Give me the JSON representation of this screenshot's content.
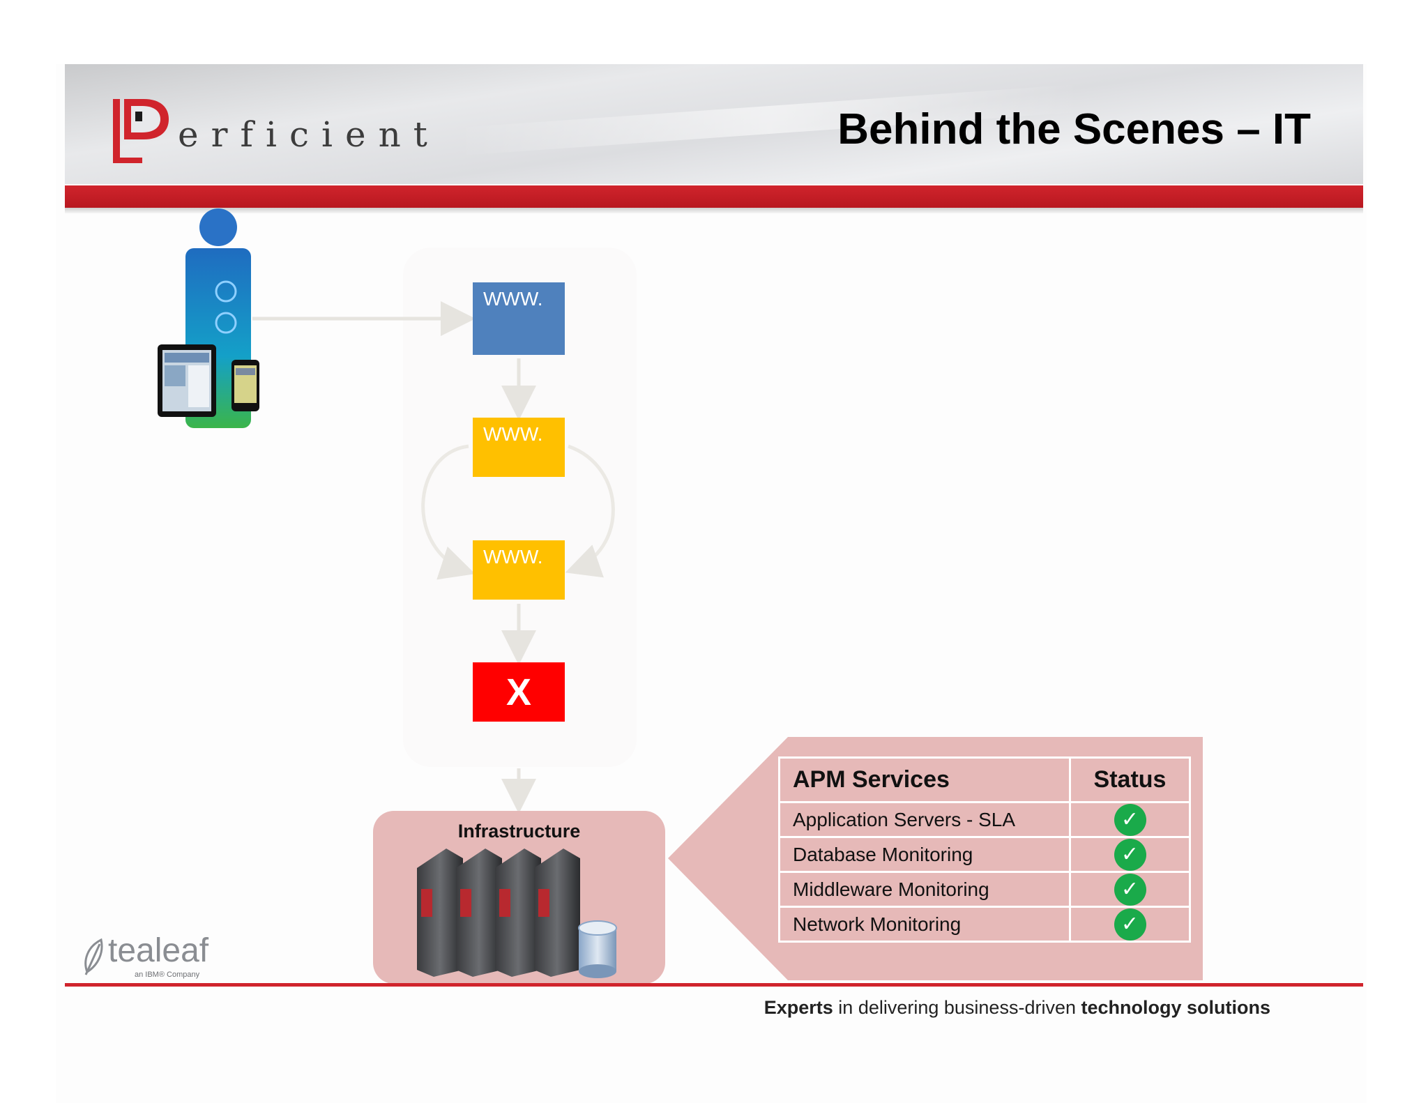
{
  "header": {
    "logo_text": "erficient",
    "logo_letter": "P",
    "title": "Behind the Scenes – IT"
  },
  "diagram": {
    "boxes": [
      {
        "label": "WWW."
      },
      {
        "label": "WWW."
      },
      {
        "label": "WWW."
      },
      {
        "label": "X"
      }
    ],
    "infrastructure_label": "Infrastructure",
    "colors": {
      "blue_box": "#4f81bd",
      "yellow_box": "#ffc000",
      "error_box": "#ff0000",
      "panel": "#e6b9b8"
    }
  },
  "apm_table": {
    "headers": [
      "APM Services",
      "Status"
    ],
    "rows": [
      {
        "service": "Application Servers - SLA",
        "status": "✓"
      },
      {
        "service": "Database Monitoring",
        "status": "✓"
      },
      {
        "service": "Middleware Monitoring",
        "status": "✓"
      },
      {
        "service": "Network Monitoring",
        "status": "✓"
      }
    ],
    "status_color": "#1aaa4a"
  },
  "footer": {
    "tagline_bold_1": "Experts",
    "tagline_mid": " in delivering business-driven ",
    "tagline_bold_2": "technology solutions",
    "tealeaf_name": "tealeaf",
    "tealeaf_sub": "an IBM® Company"
  },
  "brand_colors": {
    "red": "#d0242c"
  }
}
